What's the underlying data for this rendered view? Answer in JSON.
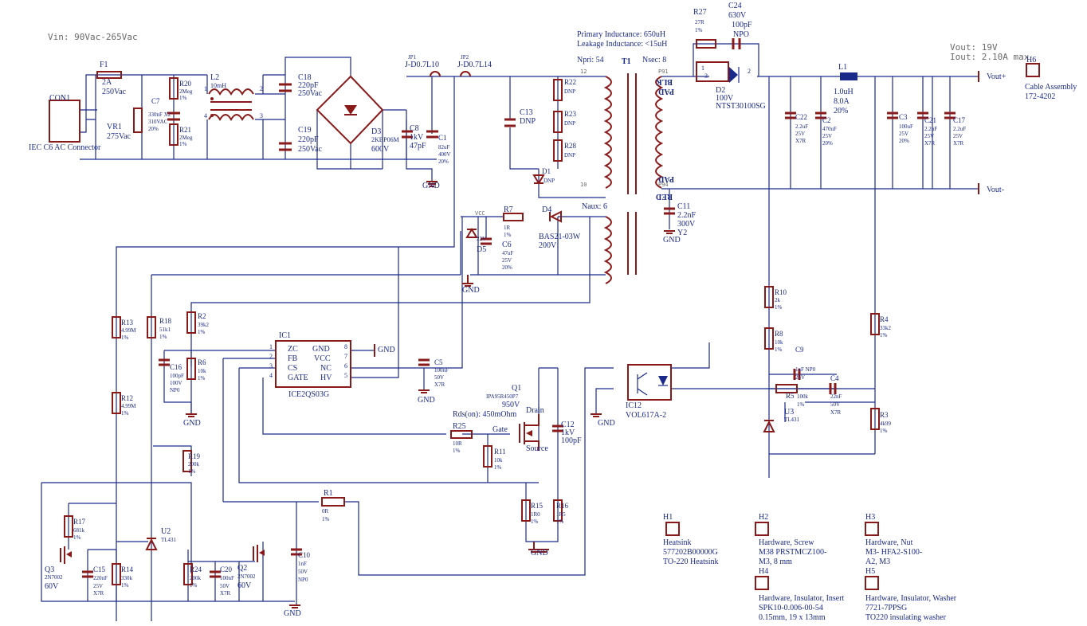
{
  "header": {
    "vin": "Vin: 90Vac-265Vac",
    "vout": "Vout: 19V",
    "iout": "Iout: 2.10A max"
  },
  "xfmr": {
    "lp": "Primary Inductance: 650uH",
    "lk": "Leakage Inductance: <15uH",
    "npri": "Npri: 54",
    "nsec": "Nsec: 8",
    "naux": "Naux: 6",
    "ref": "T1",
    "p12": "12",
    "p10": "10",
    "p1": "1",
    "p2": "2",
    "blk": "BLK",
    "red": "RED",
    "pad": "PAD",
    "p91": "P91",
    "p94": "P94"
  },
  "con": {
    "ref": "CON1",
    "desc": "IEC C6 AC Connector"
  },
  "f1": {
    "ref": "F1",
    "v1": "2A",
    "v2": "250Vac"
  },
  "vr1": {
    "ref": "VR1",
    "v1": "275Vac"
  },
  "c7": {
    "ref": "C7",
    "v1": "330nF X2",
    "v2": "310VAC",
    "v3": "20%"
  },
  "r20": {
    "ref": "R20",
    "v1": "2Meg",
    "v2": "1%"
  },
  "r21": {
    "ref": "R21",
    "v1": "2Meg",
    "v2": "1%"
  },
  "l2": {
    "ref": "L2",
    "v1": "10mH",
    "p1": "1",
    "p2": "2",
    "p3": "3",
    "p4": "4"
  },
  "c18": {
    "ref": "C18",
    "v1": "220pF",
    "v2": "250Vac"
  },
  "c19": {
    "ref": "C19",
    "v1": "220pF",
    "v2": "250Vac"
  },
  "d3": {
    "ref": "D3",
    "v1": "2KBP06M",
    "v2": "600V"
  },
  "jp1": {
    "ref": "JP1",
    "v1": "J-D0.7L10"
  },
  "jp2": {
    "ref": "JP2",
    "v1": "J-D0.7L14"
  },
  "c8": {
    "ref": "C8",
    "v1": "1kV",
    "v2": "47pF"
  },
  "c1": {
    "ref": "C1",
    "v1": "82uF",
    "v2": "400V",
    "v3": "20%"
  },
  "c13": {
    "ref": "C13",
    "v1": "DNP"
  },
  "r22": {
    "ref": "R22",
    "v1": "DNP"
  },
  "r23": {
    "ref": "R23",
    "v1": "DNP"
  },
  "r28": {
    "ref": "R28",
    "v1": "DNP"
  },
  "d1": {
    "ref": "D1",
    "v1": "DNP"
  },
  "r27": {
    "ref": "R27",
    "v1": "27R",
    "v2": "1%"
  },
  "c24": {
    "ref": "C24",
    "v1": "630V",
    "v2": "100pF",
    "v3": "NPO"
  },
  "d2": {
    "ref": "D2",
    "v1": "100V",
    "v2": "NTST30100SG",
    "p1": "1",
    "p2": "2",
    "p3": "3"
  },
  "c22": {
    "ref": "C22",
    "v1": "2.2uF",
    "v2": "25V",
    "v3": "X7R"
  },
  "c2": {
    "ref": "C2",
    "v1": "470uF",
    "v2": "25V",
    "v3": "20%"
  },
  "l1": {
    "ref": "L1",
    "v1": "1.0uH",
    "v2": "8.0A",
    "v3": "20%"
  },
  "c3": {
    "ref": "C3",
    "v1": "100uF",
    "v2": "25V",
    "v3": "20%"
  },
  "c21": {
    "ref": "C21",
    "v1": "2.2uF",
    "v2": "25V",
    "v3": "X7R"
  },
  "c17": {
    "ref": "C17",
    "v1": "2.2uF",
    "v2": "25V",
    "v3": "X7R"
  },
  "vout": {
    "plus": "Vout+",
    "minus": "Vout-"
  },
  "h6": {
    "ref": "H6",
    "v1": "Cable Assembly",
    "v2": "172-4202"
  },
  "c11": {
    "ref": "C11",
    "v1": "2.2nF",
    "v2": "300V",
    "v3": "Y2"
  },
  "r7": {
    "ref": "R7",
    "v1": "1R",
    "v2": "1%"
  },
  "d4": {
    "ref": "D4",
    "v1": "BAS21-03W",
    "v2": "200V"
  },
  "vcc": "VCC",
  "d5": {
    "ref": "D5",
    "v1": "22V"
  },
  "c6": {
    "ref": "C6",
    "v1": "47uF",
    "v2": "25V",
    "v3": "20%"
  },
  "gnd": "GND",
  "r13": {
    "ref": "R13",
    "v1": "4.99M",
    "v2": "1%"
  },
  "r12": {
    "ref": "R12",
    "v1": "4.99M",
    "v2": "1%"
  },
  "r18": {
    "ref": "R18",
    "v1": "51k1",
    "v2": "1%"
  },
  "r2": {
    "ref": "R2",
    "v1": "39k2",
    "v2": "1%"
  },
  "c16": {
    "ref": "C16",
    "v1": "100pF",
    "v2": "100V",
    "v3": "NP0"
  },
  "r6": {
    "ref": "R6",
    "v1": "10k",
    "v2": "1%"
  },
  "ic1": {
    "ref": "IC1",
    "part": "ICE2QS03G",
    "p1": "ZC",
    "p2": "FB",
    "p3": "CS",
    "p4": "GATE",
    "p8": "GND",
    "p7": "VCC",
    "p6": "NC",
    "p5": "HV",
    "n1": "1",
    "n2": "2",
    "n3": "3",
    "n4": "4",
    "n5": "5",
    "n6": "6",
    "n7": "7",
    "n8": "8"
  },
  "c5": {
    "ref": "C5",
    "v1": "100nF",
    "v2": "50V",
    "v3": "X7R"
  },
  "q1": {
    "ref": "Q1",
    "v1": "IPA95R450P7",
    "v2": "950V",
    "v3": "Rds(on): 450mOhm",
    "drain": "Drain",
    "gate": "Gate",
    "source": "Source"
  },
  "c12": {
    "ref": "C12",
    "v1": "1kV",
    "v2": "100pF"
  },
  "r25": {
    "ref": "R25",
    "v1": "10R",
    "v2": "1%"
  },
  "r11": {
    "ref": "R11",
    "v1": "10k",
    "v2": "1%"
  },
  "r15": {
    "ref": "R15",
    "v1": "1R0",
    "v2": "1%"
  },
  "r16": {
    "ref": "R16",
    "v1": "1R5",
    "v2": "1%"
  },
  "r1": {
    "ref": "R1",
    "v1": "0R",
    "v2": "1%"
  },
  "c10": {
    "ref": "C10",
    "v1": "1nF",
    "v2": "50V",
    "v3": "NP0"
  },
  "r19": {
    "ref": "R19",
    "v1": "200k",
    "v2": "1%"
  },
  "r17": {
    "ref": "R17",
    "v1": "681k",
    "v2": "1%"
  },
  "u2": {
    "ref": "U2",
    "v1": "TL431"
  },
  "q3": {
    "ref": "Q3",
    "v1": "2N7002",
    "v2": "60V"
  },
  "c15": {
    "ref": "C15",
    "v1": "220nF",
    "v2": "25V",
    "v3": "X7R"
  },
  "r14": {
    "ref": "R14",
    "v1": "330k",
    "v2": "1%"
  },
  "r24": {
    "ref": "R24",
    "v1": "200k",
    "v2": "1%"
  },
  "c20": {
    "ref": "C20",
    "v1": "100nF",
    "v2": "50V",
    "v3": "X7R"
  },
  "q2": {
    "ref": "Q2",
    "v1": "2N7002",
    "v2": "60V"
  },
  "ic12": {
    "ref": "IC12",
    "v1": "VOL617A-2"
  },
  "r10": {
    "ref": "R10",
    "v1": "2k",
    "v2": "1%"
  },
  "r8": {
    "ref": "R8",
    "v1": "10k",
    "v2": "1%"
  },
  "c9": {
    "ref": "C9",
    "v1": "1nF NP0",
    "v2": "25V"
  },
  "r5": {
    "ref": "R5",
    "v1": "100k",
    "v2": "1%"
  },
  "c4": {
    "ref": "C4",
    "v1": "22nF",
    "v2": "50V",
    "v3": "X7R"
  },
  "u3": {
    "ref": "U3",
    "v1": "TL431"
  },
  "r4": {
    "ref": "R4",
    "v1": "33k2",
    "v2": "1%"
  },
  "r3": {
    "ref": "R3",
    "v1": "4k99",
    "v2": "1%"
  },
  "h1": {
    "ref": "H1",
    "l1": "Heatsink",
    "l2": "577202B00000G",
    "l3": "TO-220 Heatsink"
  },
  "h2": {
    "ref": "H2",
    "l1": "Hardware, Screw",
    "l2": "M38 PRSTMCZ100-",
    "l3": "M3, 8 mm"
  },
  "h3": {
    "ref": "H3",
    "l1": "Hardware, Nut",
    "l2": "M3- HFA2-S100-",
    "l3": "A2, M3"
  },
  "h4": {
    "ref": "H4",
    "l1": "Hardware, Insulator, Insert",
    "l2": "SPK10-0.006-00-54",
    "l3": "0.15mm, 19 x 13mm"
  },
  "h5": {
    "ref": "H5",
    "l1": "Hardware, Insulator, Washer",
    "l2": "7721-7PPSG",
    "l3": "TO220 insulating washer"
  }
}
